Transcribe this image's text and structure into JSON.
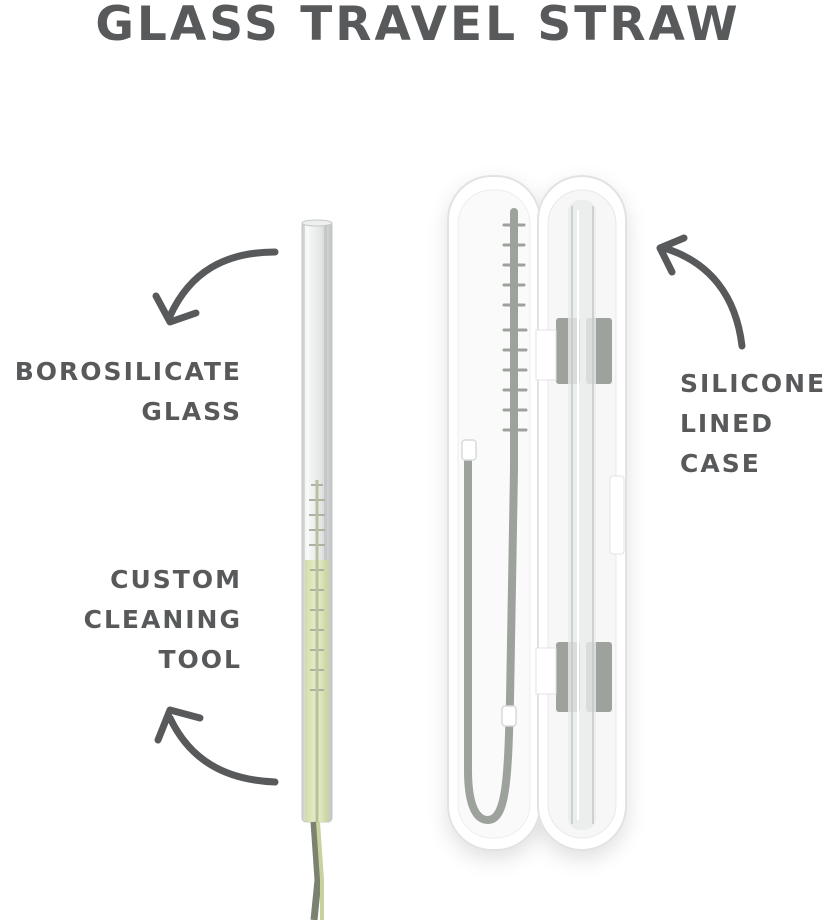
{
  "title": "GLASS TRAVEL STRAW",
  "labels": {
    "borosilicate": [
      "BOROSILICATE",
      "GLASS"
    ],
    "cleaning_tool": [
      "CUSTOM",
      "CLEANING",
      "TOOL"
    ],
    "case": [
      "SILICONE",
      "LINED",
      "CASE"
    ]
  },
  "colors": {
    "text": "#58595b",
    "arrow": "#58595b",
    "silicone": "#9a9e99",
    "glass": "#d9dcdc",
    "cleaner_tint": "#dfe8b8",
    "case": "#ffffff"
  },
  "icons": [
    "curved-arrow-icon"
  ]
}
